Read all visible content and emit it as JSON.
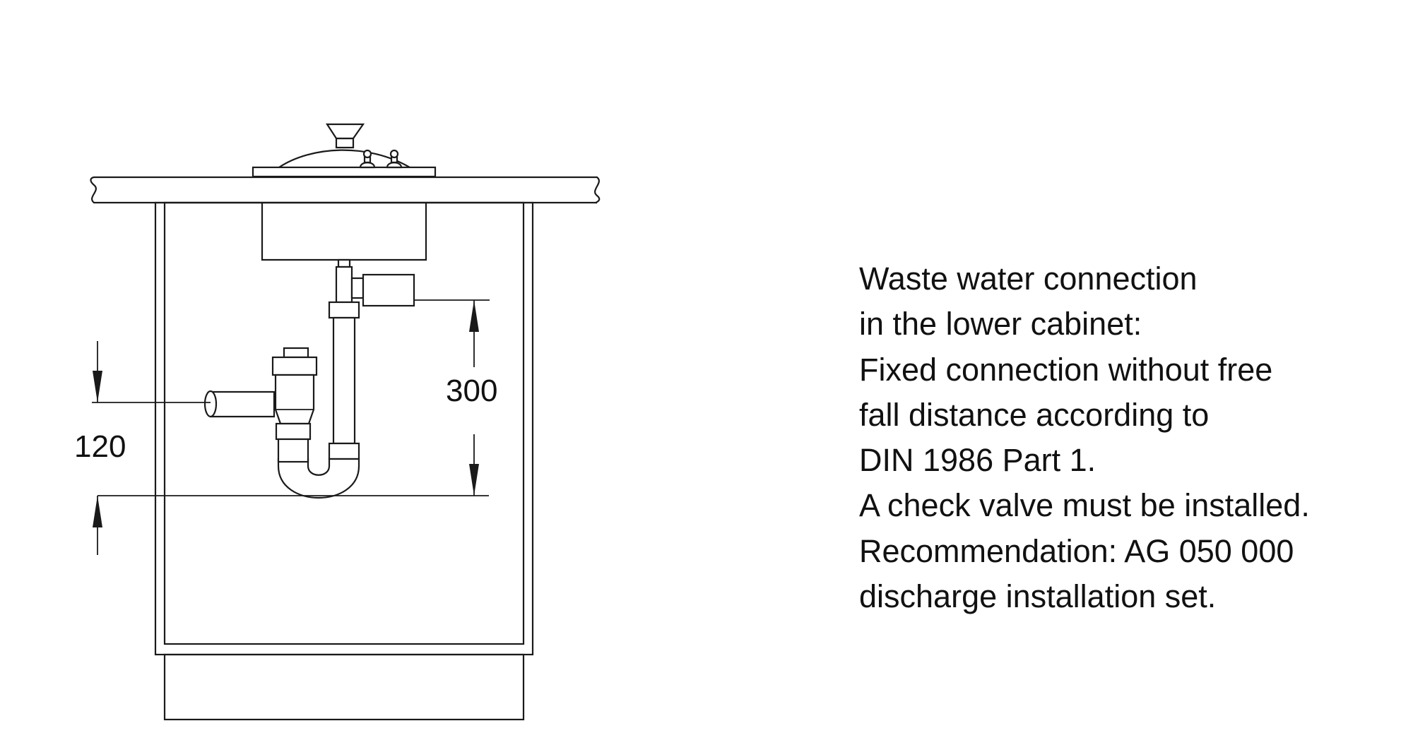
{
  "diagram": {
    "dimensions": {
      "sink_drain_height": "300",
      "check_valve_height": "120"
    }
  },
  "notes": {
    "lines": [
      "Waste water connection",
      "in the lower cabinet:",
      "Fixed connection without free",
      "fall distance according to",
      "DIN 1986 Part 1.",
      "A check valve must be installed.",
      "Recommendation: AG 050 000",
      "discharge installation set."
    ]
  }
}
